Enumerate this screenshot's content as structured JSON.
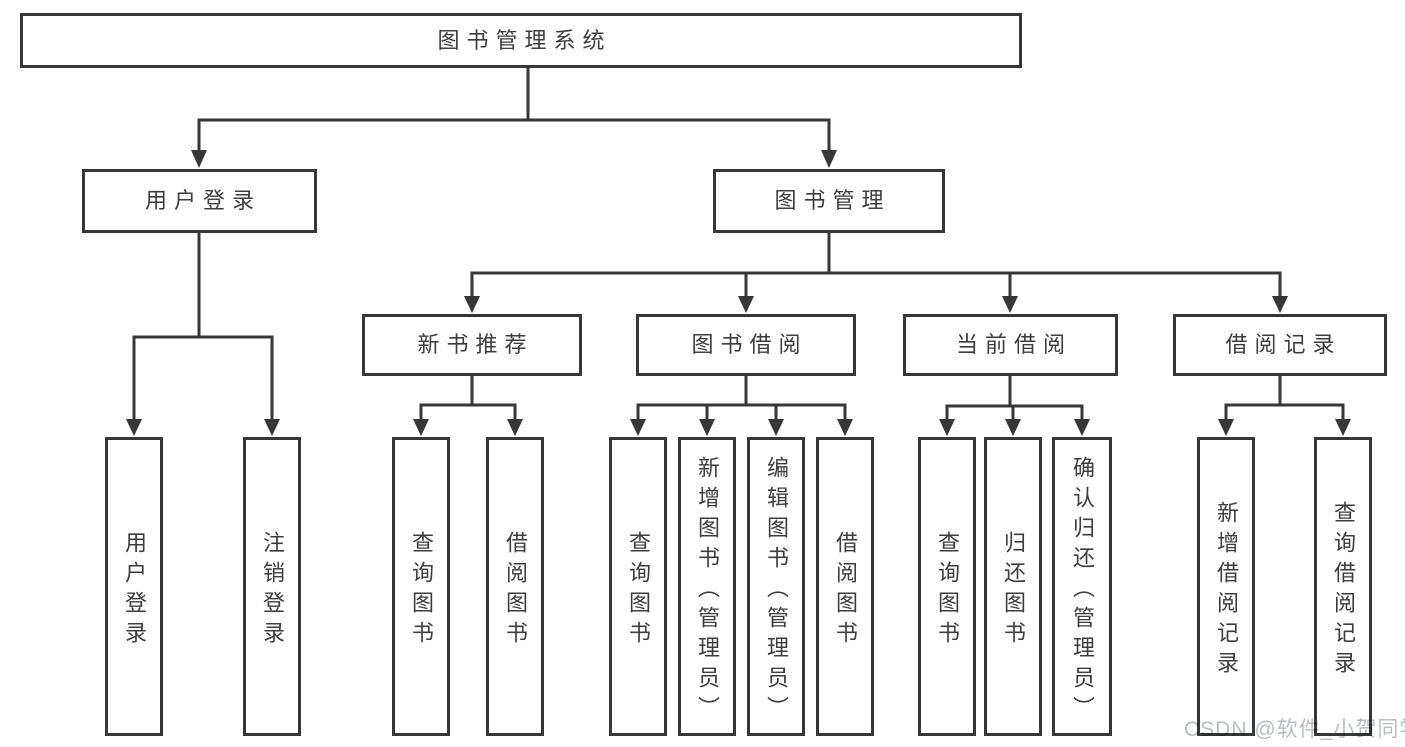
{
  "diagram_title": "图书管理系统",
  "tree": {
    "label": "图书管理系统",
    "children": [
      {
        "label": "用户登录",
        "children": [
          {
            "label": "用户登录"
          },
          {
            "label": "注销登录"
          }
        ]
      },
      {
        "label": "图书管理",
        "children": [
          {
            "label": "新书推荐",
            "children": [
              {
                "label": "查询图书"
              },
              {
                "label": "借阅图书"
              }
            ]
          },
          {
            "label": "图书借阅",
            "children": [
              {
                "label": "查询图书"
              },
              {
                "label": "新增图书（管理员）"
              },
              {
                "label": "编辑图书（管理员）"
              },
              {
                "label": "借阅图书"
              }
            ]
          },
          {
            "label": "当前借阅",
            "children": [
              {
                "label": "查询图书"
              },
              {
                "label": "归还图书"
              },
              {
                "label": "确认归还（管理员）"
              }
            ]
          },
          {
            "label": "借阅记录",
            "children": [
              {
                "label": "新增借阅记录"
              },
              {
                "label": "查询借阅记录"
              }
            ]
          }
        ]
      }
    ]
  },
  "watermark": "CSDN @软件_小贺同学",
  "colors": {
    "line": "#373737",
    "box_border": "#373737",
    "box_background": "#ffffff",
    "text": "#3d3d3d",
    "watermark_text": "#b9bec6"
  }
}
